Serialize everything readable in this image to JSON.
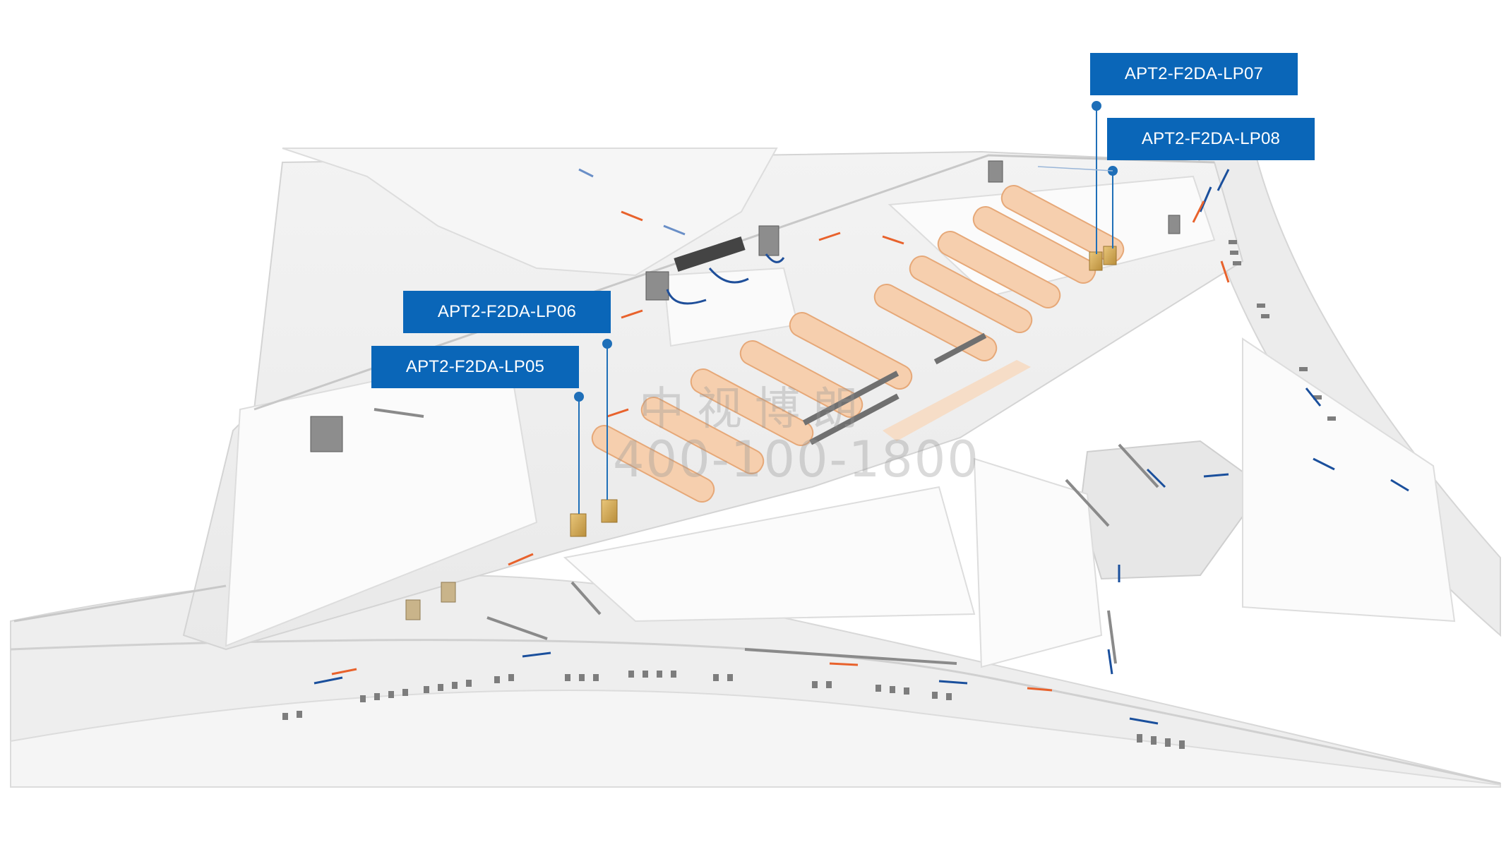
{
  "map": {
    "labels": [
      {
        "id": "lp07",
        "text": "APT2-F2DA-LP07"
      },
      {
        "id": "lp08",
        "text": "APT2-F2DA-LP08"
      },
      {
        "id": "lp06",
        "text": "APT2-F2DA-LP06"
      },
      {
        "id": "lp05",
        "text": "APT2-F2DA-LP05"
      }
    ],
    "colors": {
      "label_bg": "#0a66b8",
      "label_text": "#ffffff",
      "leader_line": "#1f6fb8",
      "floor": "#eeeeee",
      "wall": "#fafafa",
      "ad_strip": "#f4c9a8",
      "kiosk": "#d9b46a",
      "arrow_orange": "#e8622c",
      "arrow_blue": "#1a4f9c"
    },
    "icons": [
      "light-box-kiosk-icon",
      "direction-arrow-icon",
      "escalator-icon",
      "seating-icon"
    ]
  },
  "watermark": {
    "company": "中视博朗",
    "phone": "400-100-1800"
  }
}
